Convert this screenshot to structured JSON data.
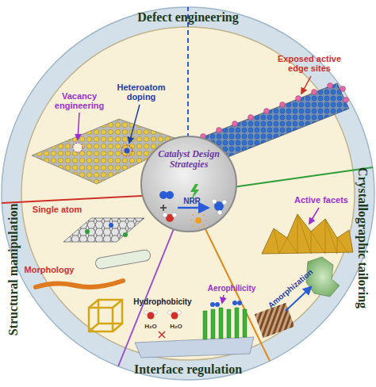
{
  "diagram": {
    "nodes": [
      {
        "text": [
          "Catalyst Design Strategies",
          "NRR"
        ]
      }
    ],
    "labels": [
      "Defect engineering",
      "Vacancy engineering",
      "Heteroatom doping",
      "Exposed active edge sites",
      "Crystallographic tailoring",
      "Active facets",
      "Amorphization",
      "Interface regulation",
      "Hydrophobicity",
      "H₂O",
      "H₂O",
      "Aerophilicity",
      "Structural manipulation",
      "Single atom",
      "Morphology"
    ]
  }
}
